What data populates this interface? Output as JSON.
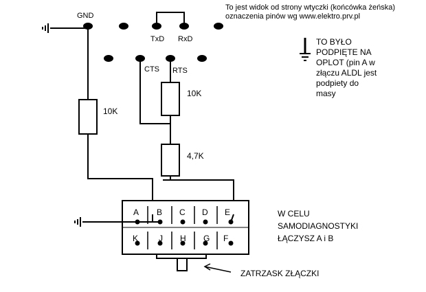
{
  "header": {
    "line1": "To jest widok od strony wtyczki (końcówka żeńska)",
    "line2": "oznaczenia pinów wg www.elektro.prv.pl"
  },
  "pins": {
    "gnd": "GND",
    "txd": "TxD",
    "rxd": "RxD",
    "cts": "CTS",
    "rts": "RTS"
  },
  "resistors": {
    "r1": "10K",
    "r2": "10K",
    "r3": "4,7K"
  },
  "ground_note": [
    "TO BYŁO",
    "PODPIĘTE NA",
    "OPLOT (pin A w",
    "złączu ALDL jest",
    "podpiety do",
    "masy"
  ],
  "connector": {
    "top_row": [
      "A",
      "B",
      "C",
      "D",
      "E"
    ],
    "bottom_row": [
      "K",
      "J",
      "H",
      "G",
      "F"
    ]
  },
  "purpose_note": [
    "W CELU",
    "SAMODIAGNOSTYKI",
    "ŁĄCZYSZ  A i B"
  ],
  "latch_label": "ZATRZASK ZŁĄCZKI"
}
